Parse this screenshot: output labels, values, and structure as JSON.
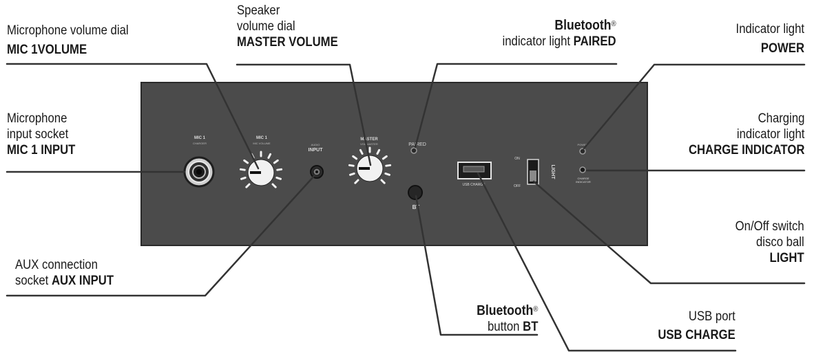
{
  "labels": {
    "mic_volume": {
      "desc": "Microphone volume dial",
      "name": "MIC 1VOLUME"
    },
    "speaker_volume": {
      "desc1": "Speaker",
      "desc2": "volume dial",
      "name": "MASTER VOLUME"
    },
    "bt_paired": {
      "title": "Bluetooth",
      "reg": "®",
      "desc": "indicator light",
      "name": "PAIRED"
    },
    "power": {
      "desc": "Indicator light",
      "name": "POWER"
    },
    "mic_input": {
      "desc1": "Microphone",
      "desc2": "input socket",
      "name": "MIC 1 INPUT"
    },
    "charge": {
      "desc1": "Charging",
      "desc2": "indicator light",
      "name": "CHARGE INDICATOR"
    },
    "aux": {
      "desc1": "AUX connection",
      "desc2": "socket",
      "name": "AUX INPUT"
    },
    "light_switch": {
      "desc1": "On/Off switch",
      "desc2": "disco ball",
      "name": "LIGHT"
    },
    "bt_button": {
      "title": "Bluetooth",
      "reg": "®",
      "desc": "button",
      "name": "BT"
    },
    "usb": {
      "desc": "USB port",
      "name": "USB CHARGE"
    }
  },
  "panel_text": {
    "mic1": "MIC 1",
    "mic1_sub": "CHARGER",
    "mic1_vol": "MIC 1",
    "mic1_vol_sub": "MIC VOLUME",
    "aux_small": "AUDIO",
    "input": "INPUT",
    "master": "MASTER",
    "master_sub": "VOL MASTER",
    "paired": "PAIRED",
    "bt": "BT",
    "usb_charge": "USB CHARGE",
    "on": "ON",
    "off": "OFF",
    "light": "LIGHT",
    "power_small": "POWER",
    "charge_ind1": "CHARGE",
    "charge_ind2": "INDICATOR"
  },
  "colors": {
    "panel": "#4b4b4b",
    "panel_border": "#2a2a2a",
    "leader": "#333333",
    "knob": "#f1f1f1"
  }
}
